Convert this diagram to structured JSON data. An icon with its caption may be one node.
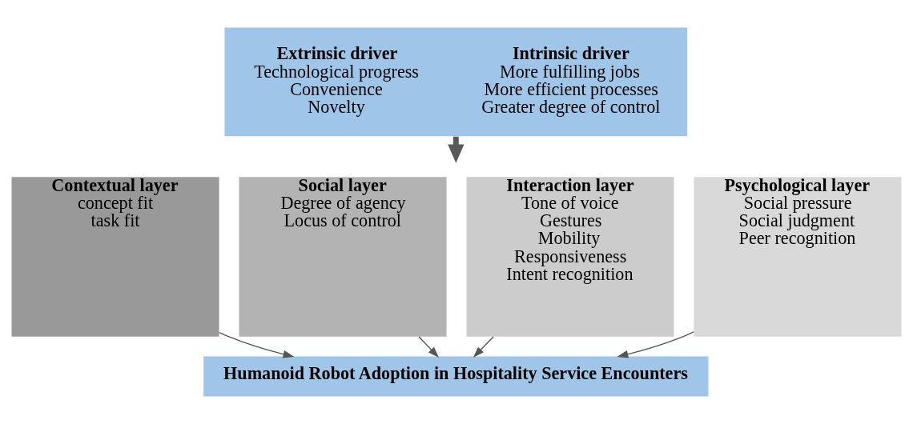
{
  "diagram": {
    "nodes": [
      {
        "text": [
          "Extrinsic driver",
          "Technological progress",
          "Convenience",
          "Novelty",
          "Intrinsic driver",
          "More fulfilling jobs",
          "More efficient processes",
          "Greater degree of control"
        ]
      },
      {
        "text": [
          "Contextual layer",
          "concept fit",
          "task fit"
        ]
      },
      {
        "text": [
          "Social layer",
          "Degree of agency",
          "Locus of control"
        ]
      },
      {
        "text": [
          "Interaction layer",
          "Tone of voice",
          "Gestures",
          "Mobility",
          "Responsiveness",
          "Intent recognition"
        ]
      },
      {
        "text": [
          "Psychological layer",
          "Social pressure",
          "Social judgment",
          "Peer recognition"
        ]
      },
      {
        "text": [
          "Humanoid Robot Adoption in Hospitality Service Encounters"
        ]
      }
    ],
    "edges": [
      {
        "from": 0,
        "to": null,
        "arrow": "to",
        "style": "thick",
        "color": "#595959"
      },
      {
        "from": 1,
        "to": 5,
        "arrow": "to"
      },
      {
        "from": 2,
        "to": 5,
        "arrow": "to"
      },
      {
        "from": 3,
        "to": 5,
        "arrow": "to"
      },
      {
        "from": 4,
        "to": 5,
        "arrow": "to"
      }
    ]
  }
}
